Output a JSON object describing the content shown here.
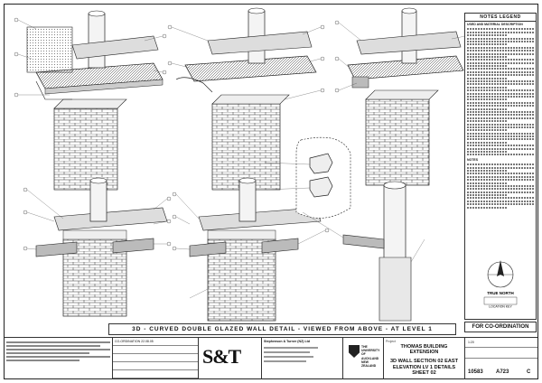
{
  "caption": "3D - CURVED DOUBLE GLAZED WALL DETAIL - VIEWED FROM ABOVE - AT LEVEL 1",
  "legend": {
    "title": "NOTES LEGEND",
    "subtitle": "USED AND MATERIAL DESCRIPTION",
    "notes_heading": "NOTES"
  },
  "north_label": "TRUE NORTH",
  "location_label": "LOCATION KEY",
  "coord_stamp": "FOR CO-ORDINATION",
  "title_block": {
    "firm_logo": "S&T",
    "firm_name": "Stephenson & Turner (NZ) Ltd",
    "university": "THE UNIVERSITY OF AUCKLAND NEW ZEALAND",
    "project_label": "Project",
    "project_title": "THOMAS BUILDING EXTENSION",
    "drawing_title": "3D WALL SECTION 02 EAST ELEVATION LV 1 DETAILS SHEET 02",
    "scale": "1:20",
    "job_no": "10583",
    "drawing_no": "A723",
    "revision": "C",
    "rev_status": "CO-ORDINATION",
    "rev_date": "22.08.05"
  },
  "details": [
    {
      "name": "detail-1"
    },
    {
      "name": "detail-2"
    },
    {
      "name": "detail-3"
    },
    {
      "name": "detail-4"
    },
    {
      "name": "detail-5"
    },
    {
      "name": "detail-6"
    },
    {
      "name": "detail-7"
    }
  ]
}
